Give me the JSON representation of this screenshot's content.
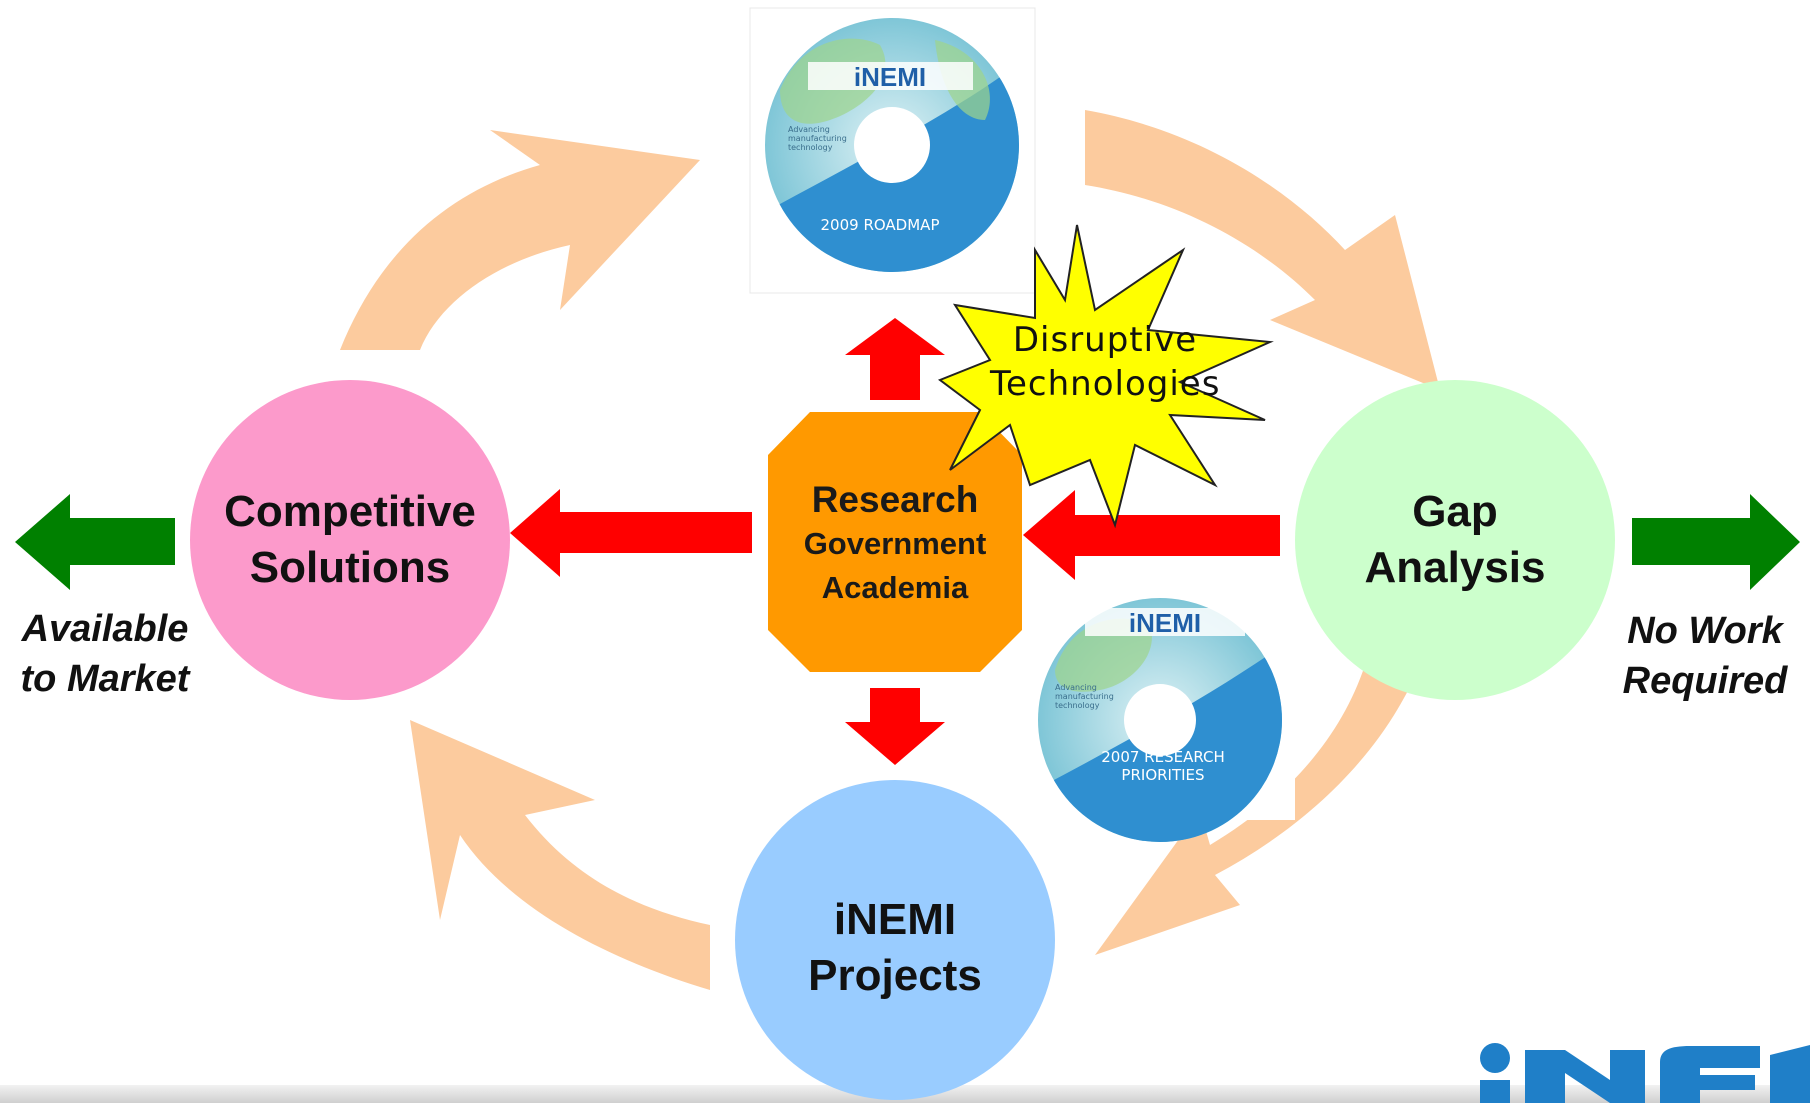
{
  "colors": {
    "cycle_arrow": "#FCCB9E",
    "red_arrow": "#FF0000",
    "green_arrow": "#008000",
    "competitive_circle": "#FC9ACB",
    "gap_circle": "#CCFFCC",
    "projects_circle": "#99CCFF",
    "research_octagon": "#FF9900",
    "burst": "#FFFF00",
    "logo_blue": "#1F7FC8"
  },
  "nodes": {
    "competitive": [
      "Competitive",
      "Solutions"
    ],
    "gap": [
      "Gap",
      "Analysis"
    ],
    "projects": [
      "iNEMI",
      "Projects"
    ],
    "research": [
      "Research",
      "Government",
      "Academia"
    ]
  },
  "outcomes": {
    "left": [
      "Available",
      "to Market"
    ],
    "right": [
      "No Work",
      "Required"
    ]
  },
  "burst": [
    "Disruptive",
    "Technologies"
  ],
  "cds": {
    "roadmap": {
      "brand": "iNEMI",
      "tagline": [
        "Advancing",
        "manufacturing",
        "technology"
      ],
      "caption": [
        "2009 ROADMAP"
      ]
    },
    "research_priorities": {
      "brand": "iNEMI",
      "tagline": [
        "Advancing",
        "manufacturing",
        "technology"
      ],
      "caption": [
        "2007 RESEARCH",
        "PRIORITIES"
      ]
    }
  },
  "logo": {
    "brand": "iNEMI",
    "icons": [
      "cycle-arrow-icon",
      "red-arrow-icon",
      "green-arrow-icon",
      "cd-icon",
      "logo-icon"
    ]
  }
}
